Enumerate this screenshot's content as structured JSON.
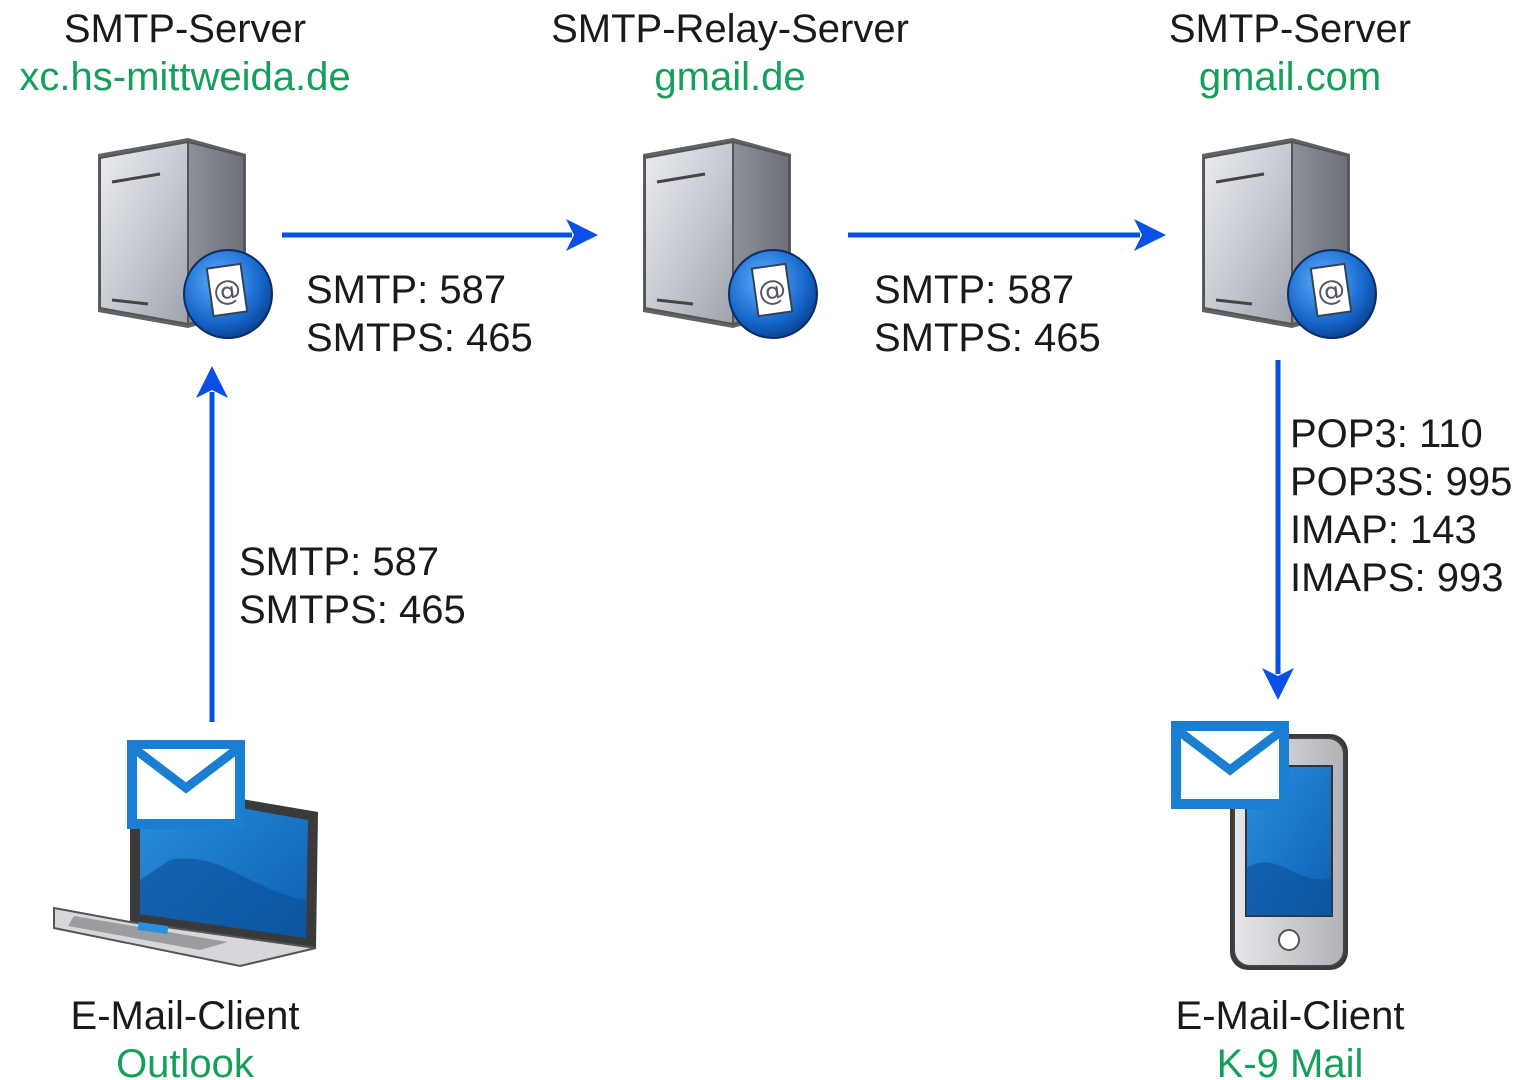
{
  "colors": {
    "arrow": "#0b50e6",
    "label_accent": "#14a05a",
    "text": "#1a1a1a",
    "screen_blue": "#1a7fd0"
  },
  "nodes": {
    "server1": {
      "role": "SMTP-Server",
      "host": "xc.hs-mittweida.de",
      "icon": "mail-server-icon"
    },
    "relay": {
      "role": "SMTP-Relay-Server",
      "host": "gmail.de",
      "icon": "mail-server-icon"
    },
    "server2": {
      "role": "SMTP-Server",
      "host": "gmail.com",
      "icon": "mail-server-icon"
    },
    "client1": {
      "role": "E-Mail-Client",
      "app": "Outlook",
      "icon": "laptop-mail-icon"
    },
    "client2": {
      "role": "E-Mail-Client",
      "app": "K-9 Mail",
      "icon": "smartphone-mail-icon"
    }
  },
  "edges": {
    "client1_to_server1": {
      "line1": "SMTP: 587",
      "line2": "SMTPS: 465"
    },
    "server1_to_relay": {
      "line1": "SMTP: 587",
      "line2": "SMTPS: 465"
    },
    "relay_to_server2": {
      "line1": "SMTP: 587",
      "line2": "SMTPS: 465"
    },
    "server2_to_client2": {
      "line1": "POP3: 110",
      "line2": "POP3S: 995",
      "line3": "IMAP: 143",
      "line4": "IMAPS: 993"
    }
  }
}
